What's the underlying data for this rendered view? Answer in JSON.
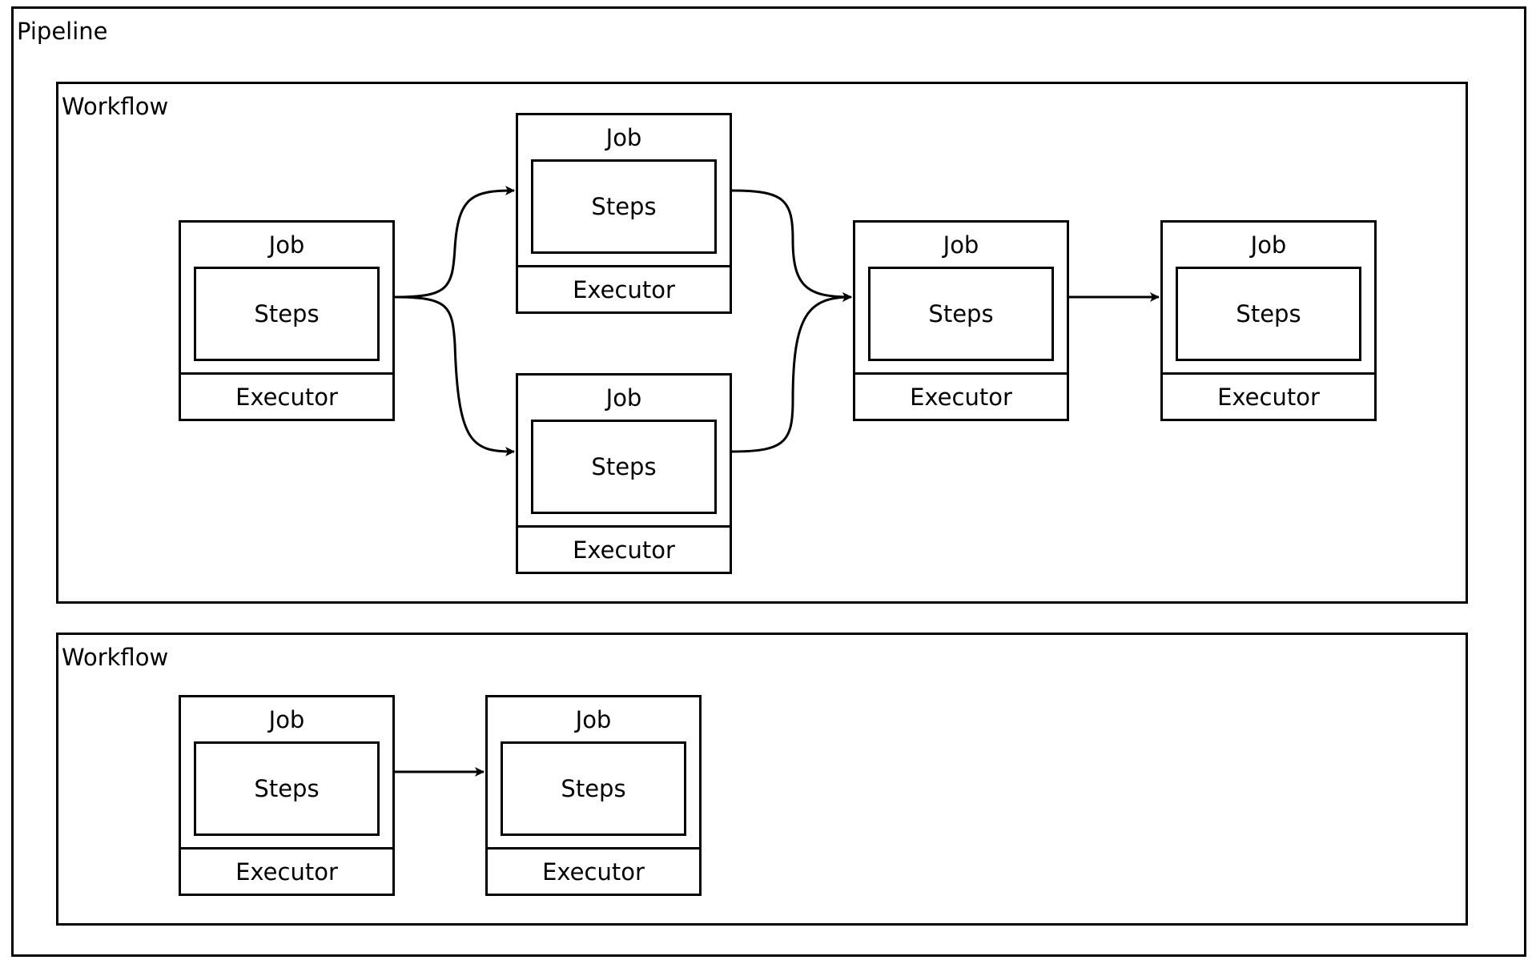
{
  "pipeline": {
    "label": "Pipeline"
  },
  "workflows": [
    {
      "label": "Workflow",
      "jobs": [
        {
          "title": "Job",
          "steps": "Steps",
          "executor": "Executor"
        },
        {
          "title": "Job",
          "steps": "Steps",
          "executor": "Executor"
        },
        {
          "title": "Job",
          "steps": "Steps",
          "executor": "Executor"
        },
        {
          "title": "Job",
          "steps": "Steps",
          "executor": "Executor"
        },
        {
          "title": "Job",
          "steps": "Steps",
          "executor": "Executor"
        }
      ]
    },
    {
      "label": "Workflow",
      "jobs": [
        {
          "title": "Job",
          "steps": "Steps",
          "executor": "Executor"
        },
        {
          "title": "Job",
          "steps": "Steps",
          "executor": "Executor"
        }
      ]
    }
  ],
  "style": {
    "stroke": "#000000",
    "background": "#ffffff"
  }
}
